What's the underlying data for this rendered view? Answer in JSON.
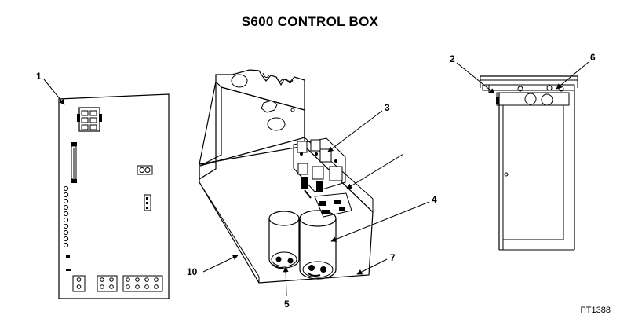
{
  "title": "S600 CONTROL BOX",
  "reference_code": "PT1388",
  "callouts": [
    "1",
    "2",
    "3",
    "4",
    "5",
    "6",
    "7",
    "10"
  ]
}
